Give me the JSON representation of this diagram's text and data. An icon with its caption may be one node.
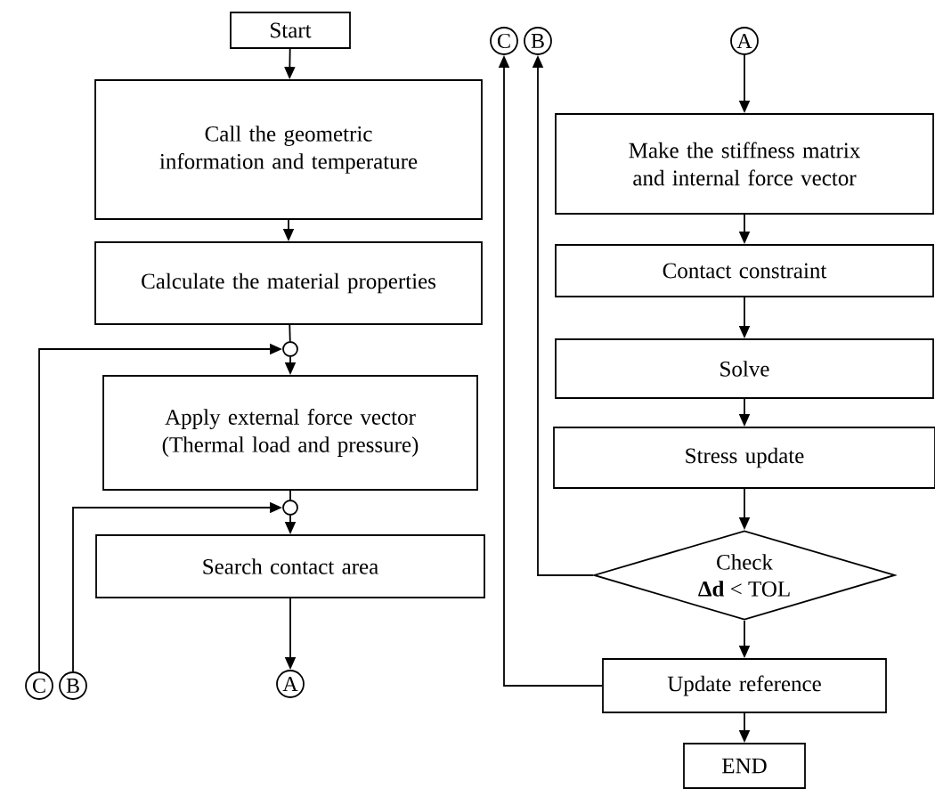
{
  "diagram": {
    "nodes": [
      {
        "text": [
          "Start"
        ]
      },
      {
        "text": [
          "Call the geometric information and temperature"
        ]
      },
      {
        "text": [
          "Calculate the material properties"
        ]
      },
      {
        "text": [],
        "shape": "circle"
      },
      {
        "text": [
          "Apply external force vector (Thermal load and pressure)"
        ]
      },
      {
        "text": [],
        "shape": "circle"
      },
      {
        "text": [
          "Search contact area"
        ]
      },
      {
        "text": [
          "A"
        ]
      },
      {
        "text": [
          "C"
        ]
      },
      {
        "text": [
          "B"
        ]
      },
      {
        "text": [
          "C"
        ]
      },
      {
        "text": [
          "B"
        ]
      },
      {
        "text": [
          "A"
        ]
      },
      {
        "text": [
          "Make the stiffness matrix and internal force vector"
        ]
      },
      {
        "text": [
          "Contact constraint"
        ]
      },
      {
        "text": [
          "Solve"
        ]
      },
      {
        "text": [
          "Stress update"
        ]
      },
      {
        "text": [
          "Check",
          "**Δd** < TOL"
        ]
      },
      {
        "text": [
          "Update reference"
        ]
      },
      {
        "text": [
          "END"
        ]
      }
    ],
    "edges": [
      {
        "from": 0,
        "to": 1,
        "arrow": "to"
      },
      {
        "from": 1,
        "to": 2,
        "arrow": "to"
      },
      {
        "from": 2,
        "to": 3,
        "arrow": "none"
      },
      {
        "from": 3,
        "to": 4,
        "arrow": "to"
      },
      {
        "from": 8,
        "to": 3,
        "arrow": "to"
      },
      {
        "from": 4,
        "to": 5,
        "arrow": "none"
      },
      {
        "from": 9,
        "to": 5,
        "arrow": "to"
      },
      {
        "from": 5,
        "to": 6,
        "arrow": "to"
      },
      {
        "from": 6,
        "to": 7,
        "arrow": "to"
      },
      {
        "from": 12,
        "to": 13,
        "arrow": "to"
      },
      {
        "from": 13,
        "to": 14,
        "arrow": "to"
      },
      {
        "from": 14,
        "to": 15,
        "arrow": "to"
      },
      {
        "from": 15,
        "to": 16,
        "arrow": "to"
      },
      {
        "from": 16,
        "to": 17,
        "arrow": "to"
      },
      {
        "from": 17,
        "to": 11,
        "arrow": "to"
      },
      {
        "from": 17,
        "to": 18,
        "arrow": "to"
      },
      {
        "from": 18,
        "to": 10,
        "arrow": "to"
      },
      {
        "from": 18,
        "to": 19,
        "arrow": "to"
      }
    ]
  }
}
